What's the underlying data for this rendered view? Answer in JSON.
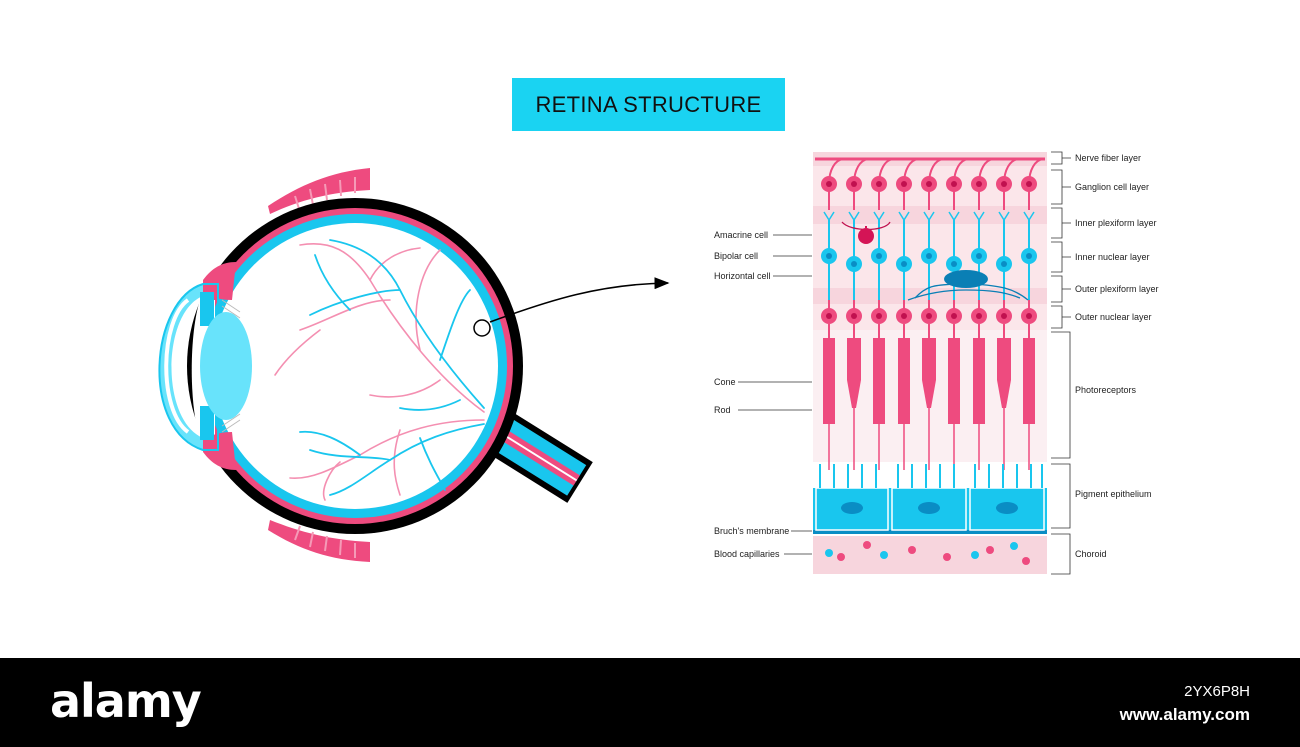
{
  "title": "RETINA STRUCTURE",
  "colors": {
    "title_bg": "#1ad3f2",
    "pink": "#ee4b7f",
    "light_pink": "#f7d5dd",
    "cyan": "#19c6ee",
    "light_cyan": "#68e3fb",
    "black": "#000000"
  },
  "left_labels": [
    "Amacrine cell",
    "Bipolar cell",
    "Horizontal cell",
    "Cone",
    "Rod",
    "Bruch's membrane",
    "Blood capillaries"
  ],
  "right_labels": [
    "Nerve fiber layer",
    "Ganglion cell layer",
    "Inner plexiform layer",
    "Inner nuclear layer",
    "Outer plexiform layer",
    "Outer nuclear layer",
    "Photoreceptors",
    "Pigment epithelium",
    "Choroid"
  ],
  "footer": {
    "brand": "alamy",
    "image_id": "2YX6P8H",
    "site": "www.alamy.com"
  }
}
